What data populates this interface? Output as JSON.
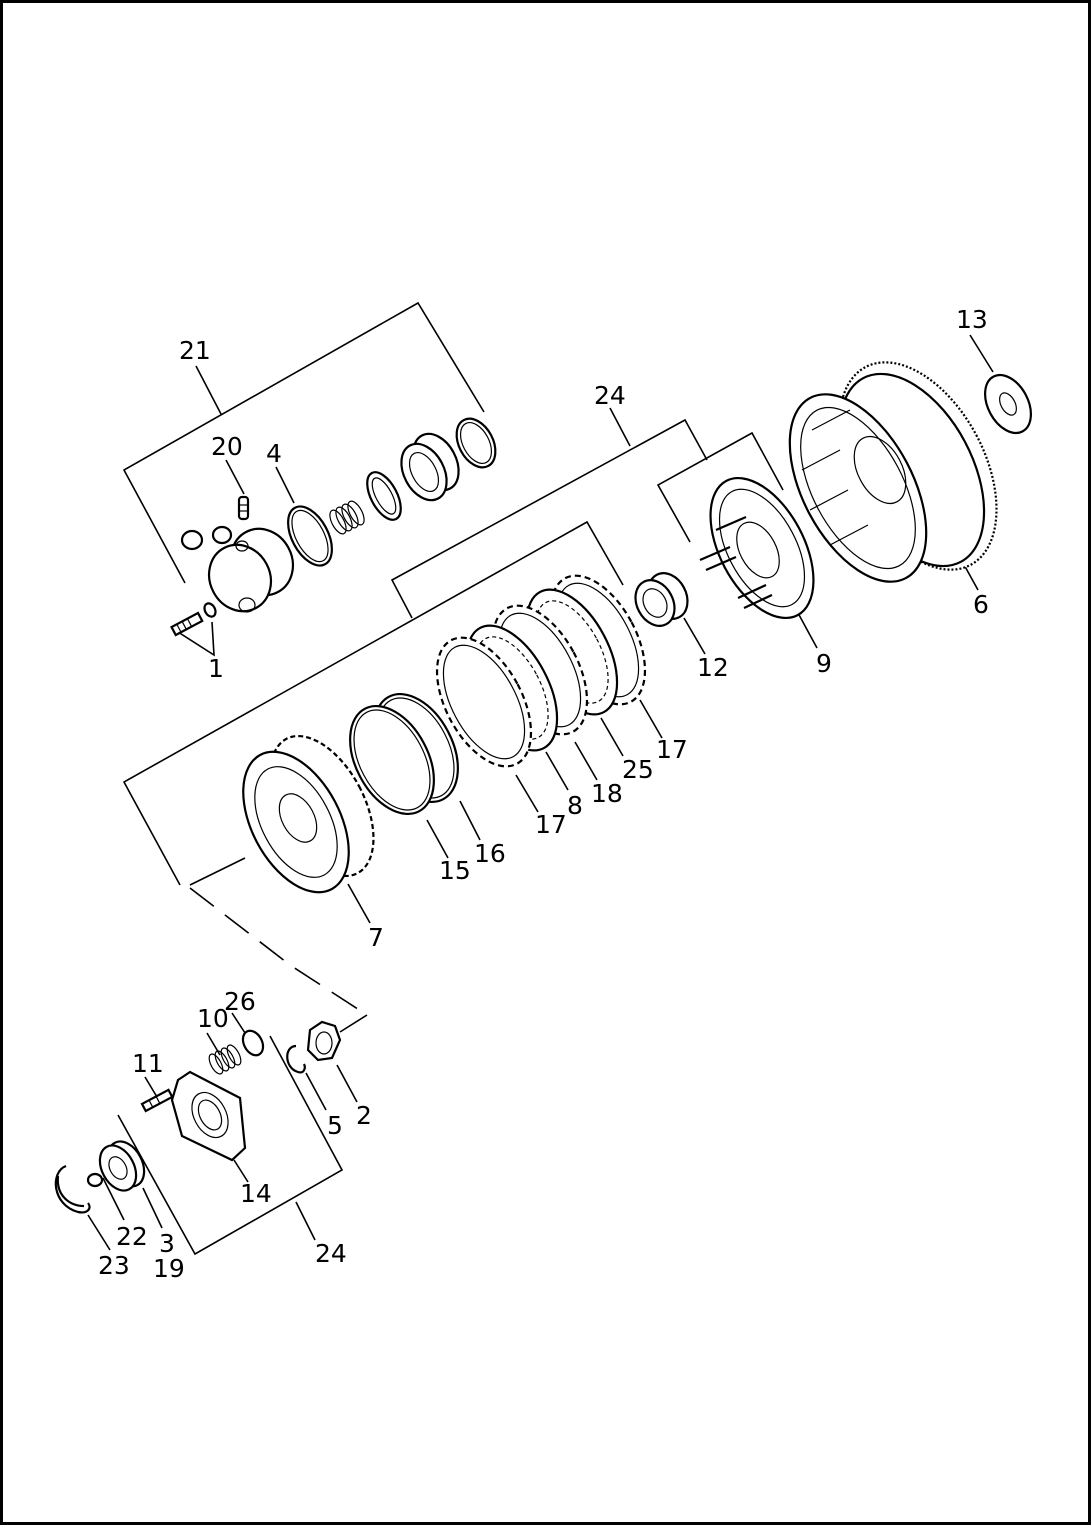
{
  "diagram": {
    "labels": {
      "l21": "21",
      "l20": "20",
      "l4": "4",
      "l1": "1",
      "l24_top": "24",
      "l13": "13",
      "l6": "6",
      "l9": "9",
      "l12": "12",
      "l17_right": "17",
      "l25": "25",
      "l18": "18",
      "l8": "8",
      "l17_left": "17",
      "l16": "16",
      "l15": "15",
      "l7": "7",
      "l26": "26",
      "l10": "10",
      "l11": "11",
      "l5": "5",
      "l2": "2",
      "l14": "14",
      "l22": "22",
      "l3": "3",
      "l19": "19",
      "l23": "23",
      "l24_bottom": "24"
    }
  }
}
